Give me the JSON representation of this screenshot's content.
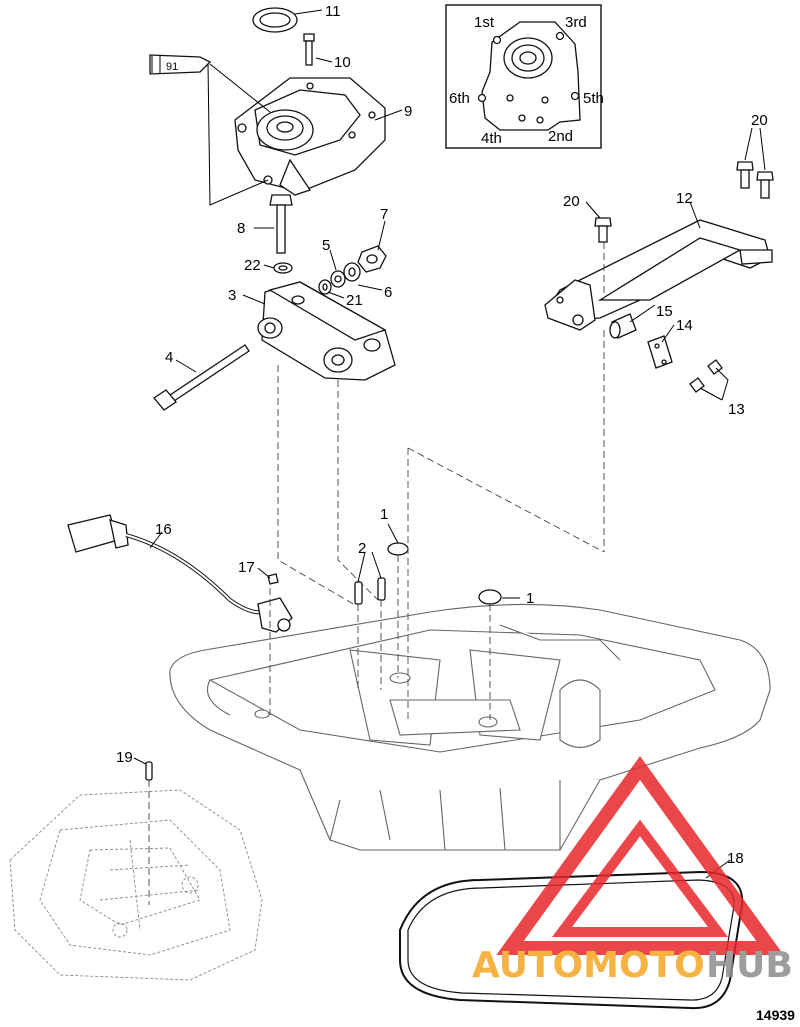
{
  "diagram": {
    "figure_number": "14939",
    "sealant_tube_label": "91",
    "callouts": {
      "c1a": "1",
      "c1b": "1",
      "c2": "2",
      "c3": "3",
      "c4": "4",
      "c5": "5",
      "c6": "6",
      "c7": "7",
      "c8": "8",
      "c9": "9",
      "c10": "10",
      "c11": "11",
      "c12": "12",
      "c13": "13",
      "c14": "14",
      "c15": "15",
      "c16": "16",
      "c17": "17",
      "c18": "18",
      "c19": "19",
      "c20a": "20",
      "c20b": "20",
      "c21": "21",
      "c22": "22"
    },
    "torque_sequence": {
      "first": "1st",
      "second": "2nd",
      "third": "3rd",
      "fourth": "4th",
      "fifth": "5th",
      "sixth": "6th"
    }
  },
  "watermark": {
    "text_part1": "AUTOMOTO",
    "text_part2": "HUB",
    "color_red": "#e8282b",
    "color_orange": "#f5a623",
    "color_gray": "#8c8c8c"
  }
}
